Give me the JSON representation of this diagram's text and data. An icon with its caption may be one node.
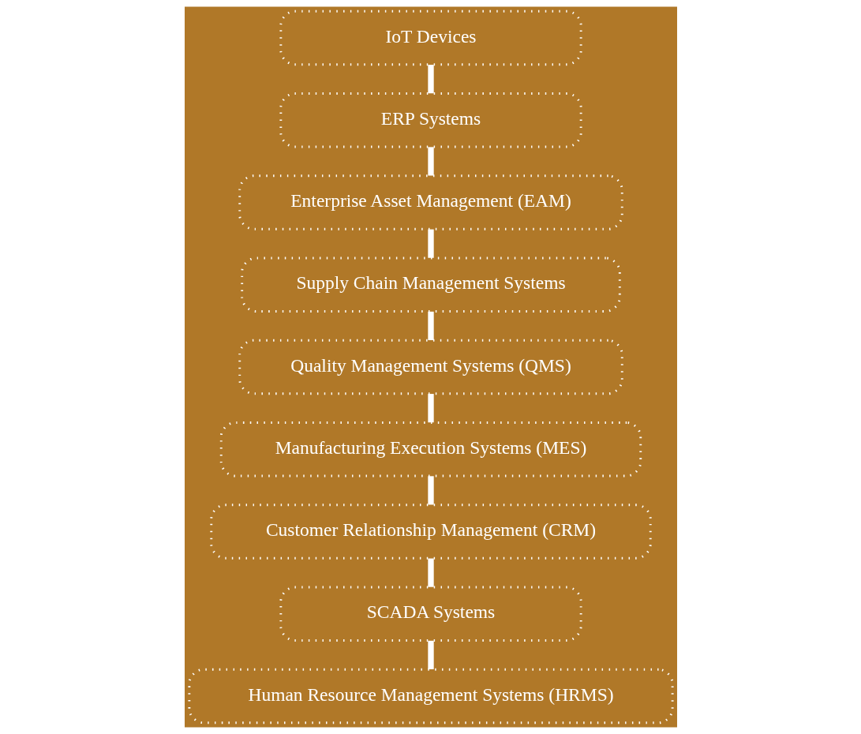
{
  "diagram": {
    "nodes": [
      {
        "text": [
          "IoT Devices"
        ]
      },
      {
        "text": [
          "ERP Systems"
        ]
      },
      {
        "text": [
          "Enterprise Asset Management (EAM)"
        ]
      },
      {
        "text": [
          "Supply Chain Management Systems"
        ]
      },
      {
        "text": [
          "Quality Management Systems (QMS)"
        ]
      },
      {
        "text": [
          "Manufacturing Execution Systems (MES)"
        ]
      },
      {
        "text": [
          "Customer Relationship Management (CRM)"
        ]
      },
      {
        "text": [
          "SCADA Systems"
        ]
      },
      {
        "text": [
          "Human Resource Management Systems (HRMS)"
        ]
      }
    ],
    "edges": [
      {
        "from": 0,
        "to": 1,
        "arrow": "none"
      },
      {
        "from": 1,
        "to": 2,
        "arrow": "none"
      },
      {
        "from": 2,
        "to": 3,
        "arrow": "none"
      },
      {
        "from": 3,
        "to": 4,
        "arrow": "none"
      },
      {
        "from": 4,
        "to": 5,
        "arrow": "none"
      },
      {
        "from": 5,
        "to": 6,
        "arrow": "none"
      },
      {
        "from": 6,
        "to": 7,
        "arrow": "none"
      },
      {
        "from": 7,
        "to": 8,
        "arrow": "none"
      }
    ]
  }
}
